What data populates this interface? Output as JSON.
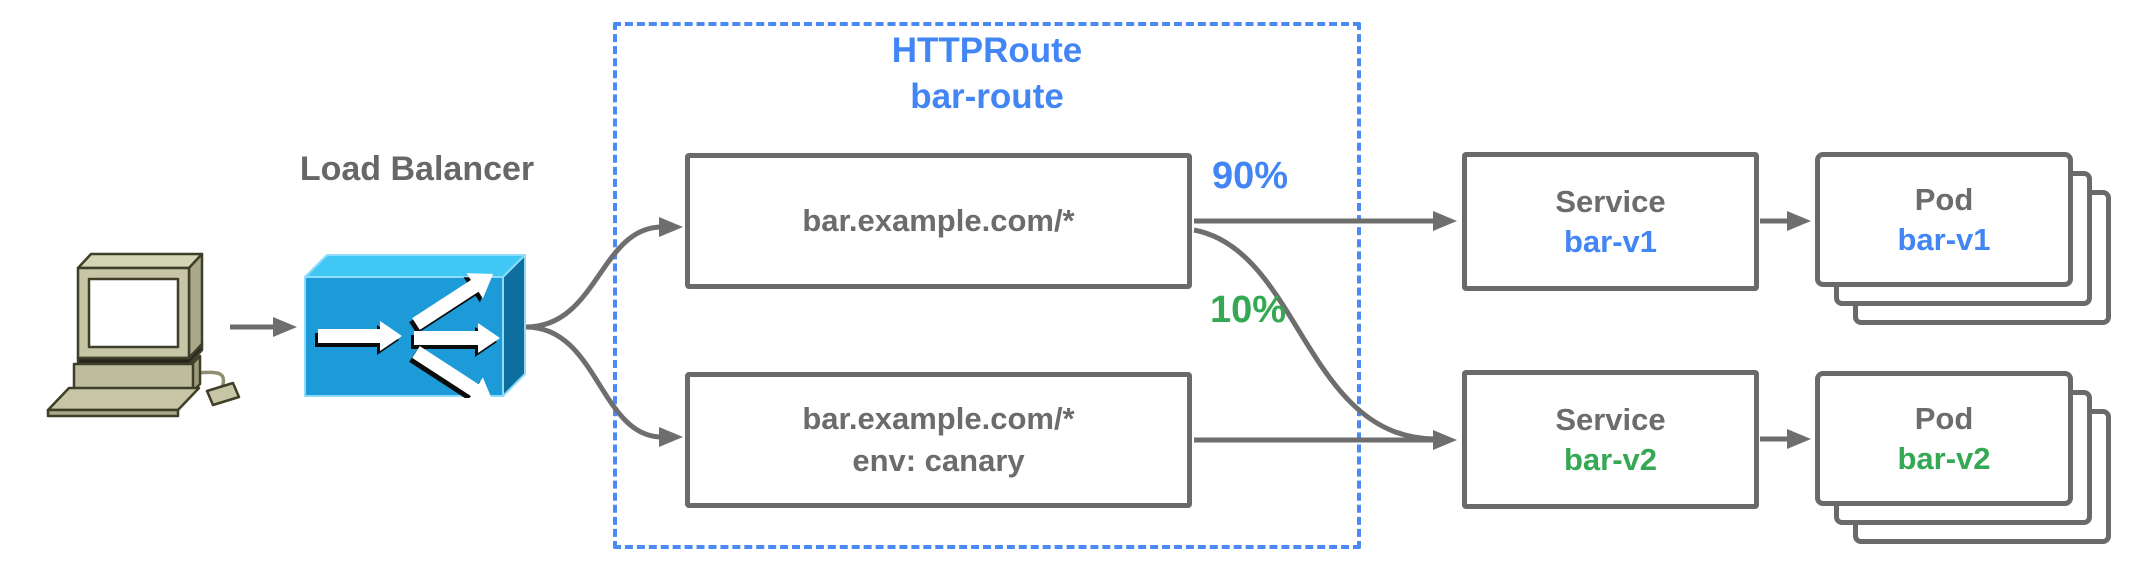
{
  "diagram": {
    "load_balancer_label": "Load Balancer",
    "httproute": {
      "kind": "HTTPRoute",
      "name": "bar-route"
    },
    "routes": {
      "primary": {
        "match": "bar.example.com/*",
        "weight": "90%"
      },
      "canary": {
        "match": "bar.example.com/*",
        "header": "env: canary",
        "weight": "10%"
      }
    },
    "services": {
      "v1": {
        "kind": "Service",
        "name": "bar-v1"
      },
      "v2": {
        "kind": "Service",
        "name": "bar-v2"
      }
    },
    "pods": {
      "v1": {
        "kind": "Pod",
        "name": "bar-v1"
      },
      "v2": {
        "kind": "Pod",
        "name": "bar-v2"
      }
    },
    "icons": {
      "client": "desktop-computer-icon",
      "load_balancer": "load-balancer-icon"
    },
    "colors": {
      "blue": "#4285f4",
      "green": "#34a853",
      "text_gray": "#6c6c6c",
      "border_gray": "#6a6a6a",
      "line_gray": "#6e6e6e",
      "dashed_blue": "#4a8af6",
      "lb_front": "#1d9bd8",
      "lb_top": "#41c7f4",
      "lb_side": "#0e6f9f"
    }
  }
}
